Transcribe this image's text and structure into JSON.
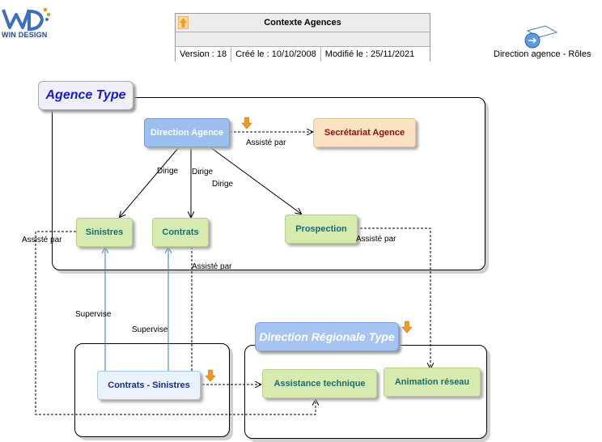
{
  "header": {
    "title": "Contexte Agences",
    "version": "Version : 18",
    "created": "Créé le : 10/10/2008",
    "modified": "Modifié le : 25/11/2021"
  },
  "logo": {
    "text": "WIN DESIGN"
  },
  "legend": {
    "label": "Direction agence  - Rôles"
  },
  "containers": {
    "agence": "Agence Type",
    "regionale": "Direction Régionale Type"
  },
  "nodes": {
    "direction_agence": "Direction Agence",
    "secretariat": "Secrétariat Agence",
    "sinistres": "Sinistres",
    "contrats": "Contrats",
    "prospection": "Prospection",
    "contrats_sinistres": "Contrats - Sinistres",
    "assistance": "Assistance technique",
    "animation": "Animation réseau"
  },
  "links": {
    "assiste_1": "Assisté par",
    "dirige_1": "Dirige",
    "dirige_2": "Dirige",
    "dirige_3": "Dirige",
    "assiste_2": "Assisté par",
    "assiste_3": "Assisté par",
    "assiste_4": "Assisté par",
    "supervise_1": "Supervise",
    "supervise_2": "Supervise"
  },
  "colors": {
    "accent_blue": "#1a1acc",
    "node_green": "#d7ebb0",
    "node_blue": "#9cbff0",
    "node_orange": "#fbe1bf",
    "arrow_icon": "#f39a1e",
    "supervise_line": "#1f8a9a"
  }
}
